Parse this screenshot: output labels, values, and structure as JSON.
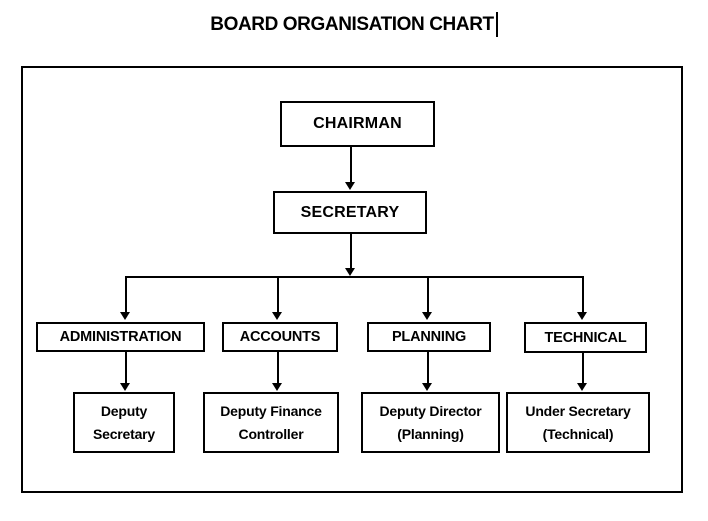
{
  "page": {
    "background_color": "#ffffff",
    "ink_color": "#000000"
  },
  "title": {
    "text": "BOARD ORGANISATION CHART",
    "cursor_visible": true
  },
  "org": {
    "chairman": {
      "label": "CHAIRMAN"
    },
    "secretary": {
      "label": "SECRETARY"
    },
    "departments": [
      {
        "label": "ADMINISTRATION",
        "sub1": "Deputy",
        "sub2": "Secretary"
      },
      {
        "label": "ACCOUNTS",
        "sub1": "Deputy Finance",
        "sub2": "Controller"
      },
      {
        "label": "PLANNING",
        "sub1": "Deputy Director",
        "sub2": "(Planning)"
      },
      {
        "label": "TECHNICAL",
        "sub1": "Under Secretary",
        "sub2": "(Technical)"
      }
    ]
  }
}
